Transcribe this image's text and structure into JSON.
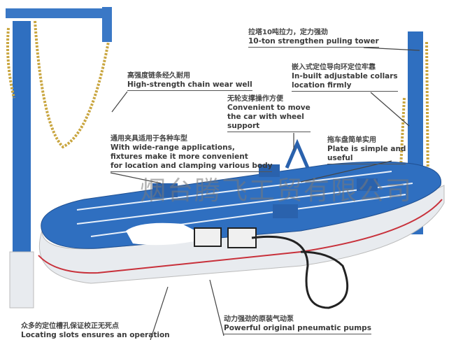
{
  "watermark": "烟台腾飞工贸有限公司",
  "annotations": {
    "chain": {
      "cn": "高强度链条经久耐用",
      "en": "High-strength chain wear well"
    },
    "tower": {
      "cn": "拉塔10吨拉力，定力强劲",
      "en": "10-ton strengthen puling tower"
    },
    "collars": {
      "cn": "嵌入式定位导向环定位牢靠",
      "en1": "In-built adjustable collars",
      "en2": "location firmly"
    },
    "wheel": {
      "cn": "无轮支撑操作方便",
      "en1": "Convenient to move",
      "en2": "the car with wheel",
      "en3": "support"
    },
    "fixtures": {
      "cn": "通用夹具适用于各种车型",
      "en1": "With wide-range applications,",
      "en2": "fixtures make it more convenient",
      "en3": "for location and clamping various body"
    },
    "plate": {
      "cn": "拖车盘简单实用",
      "en1": "Plate is simple and",
      "en2": "useful"
    },
    "pumps": {
      "cn": "动力强劲的原装气动泵",
      "en": "Powerful original pneumatic pumps"
    },
    "slots": {
      "cn": "众多的定位槽孔保证校正无死点",
      "en": "Locating slots ensures an operation"
    }
  },
  "colors": {
    "frame_blue": "#2f6fc0",
    "base_white": "#e8ebef",
    "stripe_red": "#c8303a",
    "chain": "#c9a640"
  }
}
